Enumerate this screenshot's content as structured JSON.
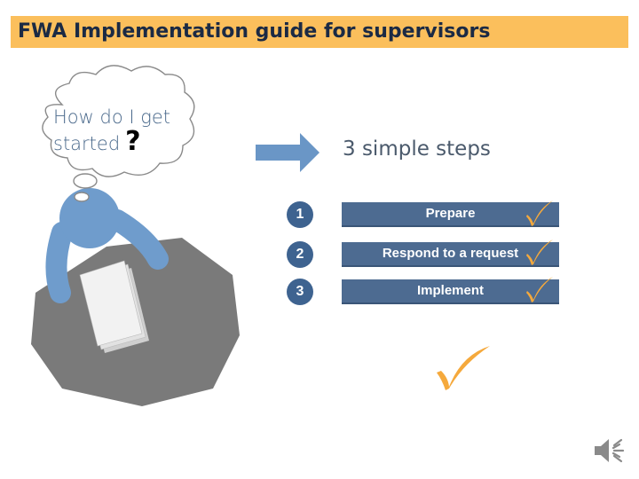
{
  "title": "FWA Implementation guide for supervisors",
  "thought": {
    "line1": "How do I get",
    "line2": "started",
    "mark": "?"
  },
  "headline": "3 simple steps",
  "steps": [
    {
      "num": "1",
      "label": "Prepare"
    },
    {
      "num": "2",
      "label": "Respond to a request"
    },
    {
      "num": "3",
      "label": "Implement"
    }
  ],
  "colors": {
    "title_bar": "#fbbf5c",
    "title_text": "#1b2a44",
    "step_fill": "#4d6b91",
    "step_circle": "#3e6390",
    "check": "#f5a93c",
    "arrow": "#6a96c6",
    "figure": "#6f9ccc",
    "table": "#7a7a7a"
  },
  "icons": [
    "thought-cloud-icon",
    "arrow-right-icon",
    "checkmark-icon",
    "speaker-icon"
  ]
}
